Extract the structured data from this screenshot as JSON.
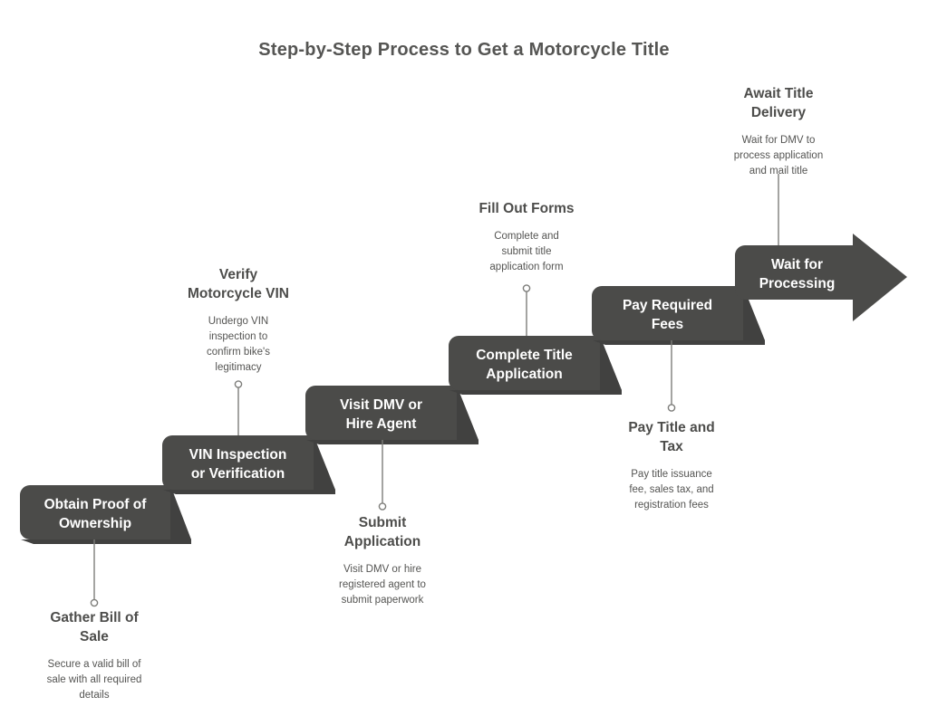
{
  "title": "Step-by-Step Process to Get a Motorcycle Title",
  "colors": {
    "step_fill": "#4b4b49",
    "step_fold": "#414140",
    "step_text": "#ffffff",
    "title_text": "#555553",
    "callout_title": "#4d4d4b",
    "callout_desc": "#555553",
    "connector": "#7d7d7a",
    "background": "#ffffff"
  },
  "chart_data": {
    "type": "diagram",
    "subtype": "ascending-staircase-process-arrow",
    "title": "Step-by-Step Process to Get a Motorcycle Title",
    "direction": "left-to-right ascending",
    "step_count": 7,
    "steps": [
      {
        "index": 1,
        "block_label": "Obtain Proof of\nOwnership",
        "callout_position": "below",
        "callout_title": "Gather Bill of\nSale",
        "callout_desc": "Secure a valid bill of\nsale with all required\ndetails"
      },
      {
        "index": 2,
        "block_label": "VIN Inspection\nor Verification",
        "callout_position": "above",
        "callout_title": "Verify\nMotorcycle VIN",
        "callout_desc": "Undergo VIN\ninspection to\nconfirm bike's\nlegitimacy"
      },
      {
        "index": 3,
        "block_label": "Visit DMV or\nHire Agent",
        "callout_position": "below",
        "callout_title": "Submit\nApplication",
        "callout_desc": "Visit DMV or hire\nregistered agent to\nsubmit paperwork"
      },
      {
        "index": 4,
        "block_label": "Complete Title\nApplication",
        "callout_position": "above",
        "callout_title": "Fill Out Forms",
        "callout_desc": "Complete and\nsubmit title\napplication form"
      },
      {
        "index": 5,
        "block_label": "Pay Required\nFees",
        "callout_position": "below",
        "callout_title": "Pay Title and\nTax",
        "callout_desc": "Pay title issuance\nfee, sales tax, and\nregistration fees"
      },
      {
        "index": 6,
        "block_label": "Wait for\nProcessing",
        "callout_position": "above",
        "callout_title": "Await Title\nDelivery",
        "callout_desc": "Wait for DMV to\nprocess application\nand mail title"
      }
    ]
  }
}
